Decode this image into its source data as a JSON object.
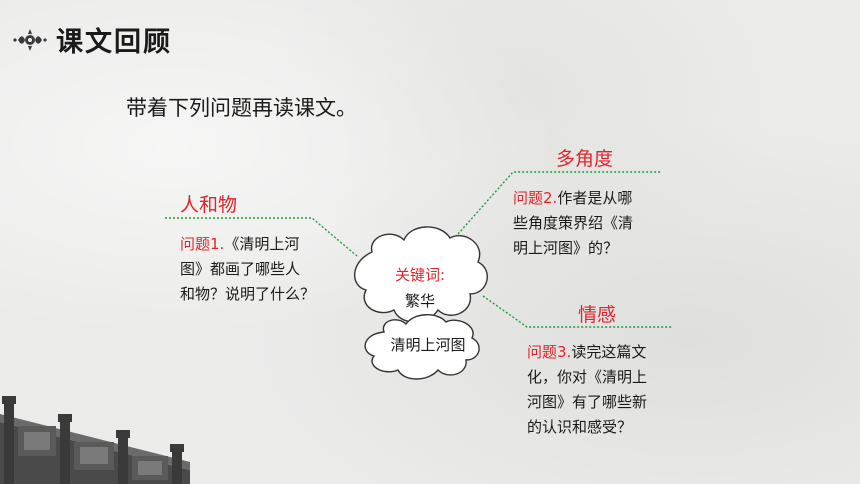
{
  "slide": {
    "title": "课文回顾",
    "instruction": "带着下列问题再读课文。"
  },
  "center": {
    "keyword_label": "关键词:",
    "keyword": "繁华",
    "painting": "清明上河图"
  },
  "topics": [
    {
      "heading": "人和物",
      "question_label": "问题1.",
      "question_lines": [
        "《清明上河",
        "图》都画了哪些人",
        "和物？说明了什么？"
      ]
    },
    {
      "heading": "多角度",
      "question_label": "问题2.",
      "question_lines": [
        "作者是从哪",
        "些角度策界绍《清",
        "明上河图》的？"
      ]
    },
    {
      "heading": "情感",
      "question_label": "问题3.",
      "question_lines": [
        "读完这篇文",
        "化，你对《清明上",
        "河图》有了哪些新",
        "的认识和感受？"
      ]
    }
  ],
  "colors": {
    "accent": "#e0262b",
    "connector": "#1e9a3a",
    "text": "#1a1a1a"
  }
}
